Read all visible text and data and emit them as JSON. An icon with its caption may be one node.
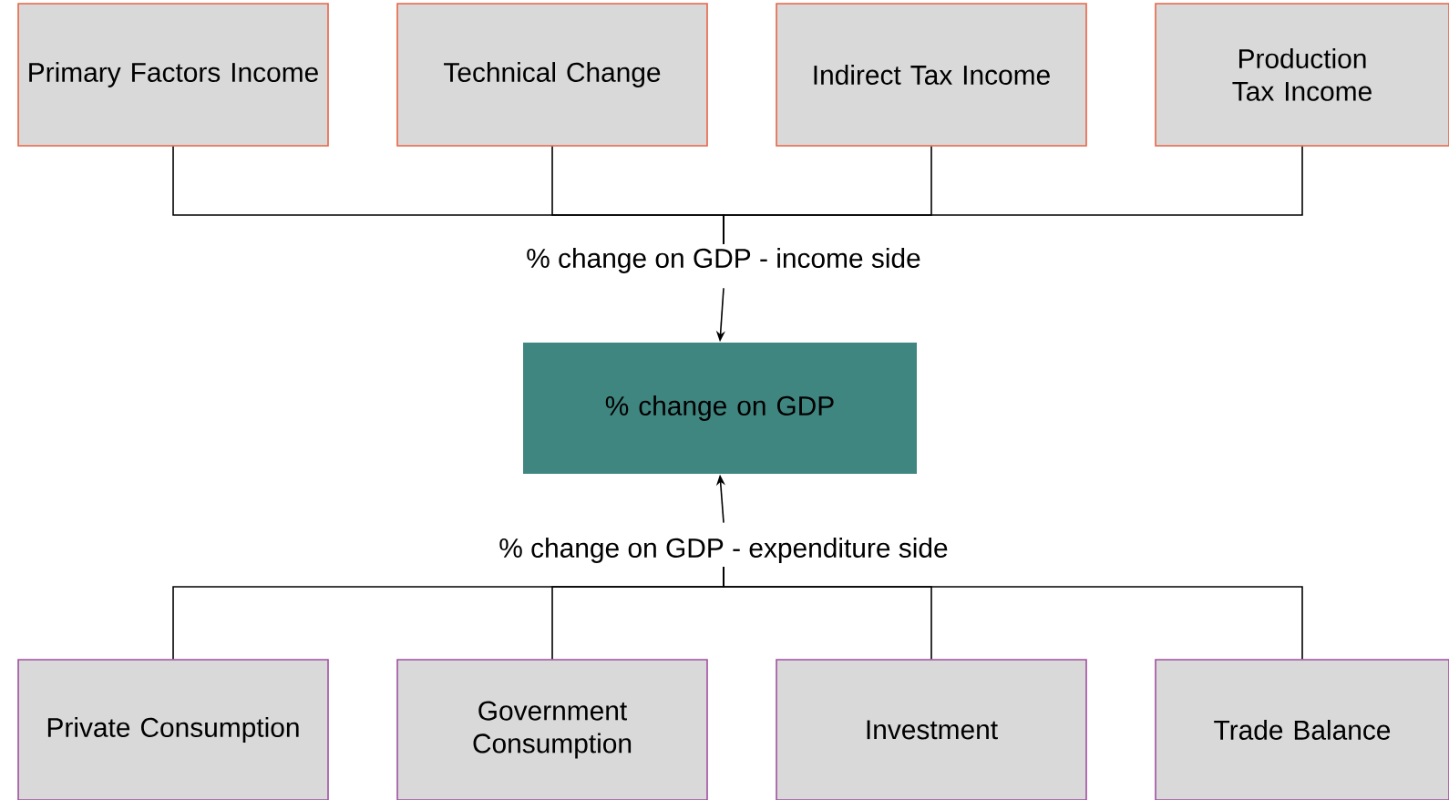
{
  "diagram": {
    "nodes": [
      {
        "text": [
          "Primary Factors Income"
        ]
      },
      {
        "text": [
          "Technical Change"
        ]
      },
      {
        "text": [
          "Indirect Tax Income"
        ]
      },
      {
        "text": [
          "Production Tax Income"
        ]
      },
      {
        "text": [
          "% change on GDP - income side"
        ]
      },
      {
        "text": [
          "% change on GDP"
        ]
      },
      {
        "text": [
          "% change on GDP - expenditure side"
        ]
      },
      {
        "text": [
          "Private Consumption"
        ]
      },
      {
        "text": [
          "Government Consumption"
        ]
      },
      {
        "text": [
          "Investment"
        ]
      },
      {
        "text": [
          "Trade Balance"
        ]
      }
    ],
    "edges": [
      {
        "from": 0,
        "to": 4,
        "arrow": "none"
      },
      {
        "from": 1,
        "to": 4,
        "arrow": "none"
      },
      {
        "from": 2,
        "to": 4,
        "arrow": "none"
      },
      {
        "from": 3,
        "to": 4,
        "arrow": "none"
      },
      {
        "from": 4,
        "to": 5,
        "arrow": "to"
      },
      {
        "from": 7,
        "to": 6,
        "arrow": "none"
      },
      {
        "from": 8,
        "to": 6,
        "arrow": "none"
      },
      {
        "from": 9,
        "to": 6,
        "arrow": "none"
      },
      {
        "from": 10,
        "to": 6,
        "arrow": "none"
      },
      {
        "from": 6,
        "to": 5,
        "arrow": "to"
      }
    ]
  }
}
